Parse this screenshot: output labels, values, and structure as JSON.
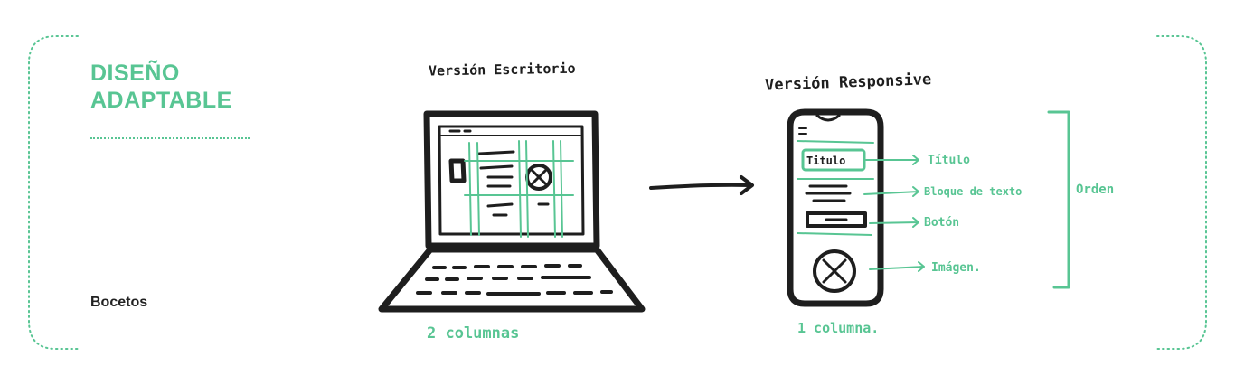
{
  "title": {
    "line1": "DISEÑO",
    "line2": "ADAPTABLE"
  },
  "caption": "Bocetos",
  "colors": {
    "accent": "#58c593",
    "ink": "#1e1e1e"
  },
  "desktop": {
    "heading": "Versión Escritorio",
    "columns_label": "2 columnas"
  },
  "mobile": {
    "heading": "Versión Responsive",
    "screen_title": "Titulo",
    "columns_label": "1 columna.",
    "annotations": [
      "Título",
      "Bloque de texto",
      "Botón",
      "Imágen."
    ],
    "bracket_label": "Orden"
  }
}
